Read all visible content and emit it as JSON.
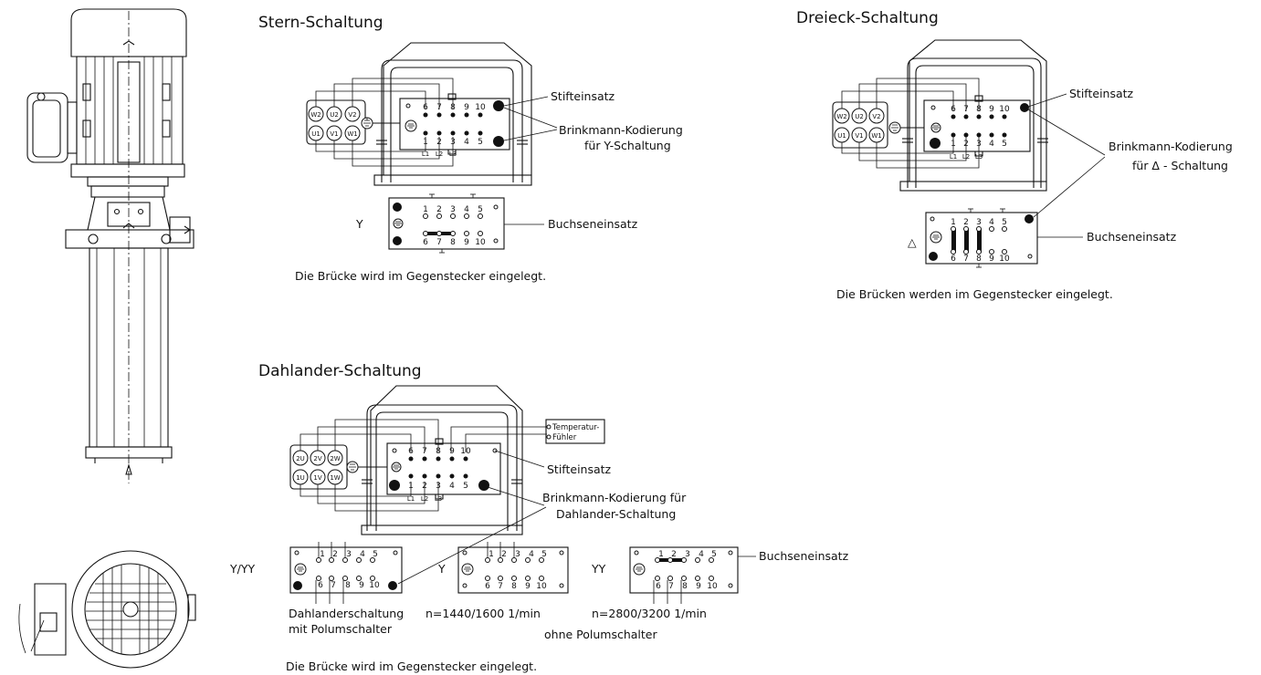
{
  "star": {
    "title": "Stern-Schaltung",
    "pin_insert": "Stifteinsatz",
    "coding_line1": "Brinkmann-Kodierung",
    "coding_line2": "für Y-Schaltung",
    "socket_insert": "Buchseneinsatz",
    "note": "Die Brücke wird im Gegenstecker eingelegt.",
    "terminals_top": [
      "W2",
      "U2",
      "V2"
    ],
    "terminals_bottom": [
      "U1",
      "V1",
      "W1"
    ],
    "pins_top": [
      "6",
      "7",
      "8",
      "9",
      "10"
    ],
    "pins_bottom": [
      "1",
      "2",
      "3",
      "4",
      "5"
    ],
    "lines": [
      "L1",
      "L2",
      "L3"
    ]
  },
  "delta": {
    "title": "Dreieck-Schaltung",
    "pin_insert": "Stifteinsatz",
    "coding_line1": "Brinkmann-Kodierung",
    "coding_line2": "für Δ - Schaltung",
    "socket_insert": "Buchseneinsatz",
    "note": "Die Brücken werden im Gegenstecker eingelegt.",
    "terminals_top": [
      "W2",
      "U2",
      "V2"
    ],
    "terminals_bottom": [
      "U1",
      "V1",
      "W1"
    ],
    "pins_top": [
      "6",
      "7",
      "8",
      "9",
      "10"
    ],
    "pins_bottom": [
      "1",
      "2",
      "3",
      "4",
      "5"
    ],
    "lines": [
      "L1",
      "L2",
      "L3"
    ]
  },
  "dahlander": {
    "title": "Dahlander-Schaltung",
    "sensor_line1": "Temperatur-",
    "sensor_line2": "Fühler",
    "pin_insert": "Stifteinsatz",
    "coding_line1": "Brinkmann-Kodierung für",
    "coding_line2": "Dahlander-Schaltung",
    "socket_insert": "Buchseneinsatz",
    "terminals_top": [
      "2U",
      "2V",
      "2W"
    ],
    "terminals_bottom": [
      "1U",
      "1V",
      "1W"
    ],
    "pins_top": [
      "6",
      "7",
      "8",
      "9",
      "10"
    ],
    "pins_bottom": [
      "1",
      "2",
      "3",
      "4",
      "5"
    ],
    "lines": [
      "L1",
      "L2",
      "L3"
    ],
    "sym_a": "Y/YY",
    "sym_b": "Y",
    "sym_c": "YY",
    "cap_a1": "Dahlanderschaltung",
    "cap_a2": "mit Polumschalter",
    "cap_b": "n=1440/1600 1/min",
    "cap_c": "n=2800/3200 1/min",
    "cap_bc": "ohne Polumschalter",
    "note": "Die Brücke wird im Gegenstecker eingelegt."
  }
}
